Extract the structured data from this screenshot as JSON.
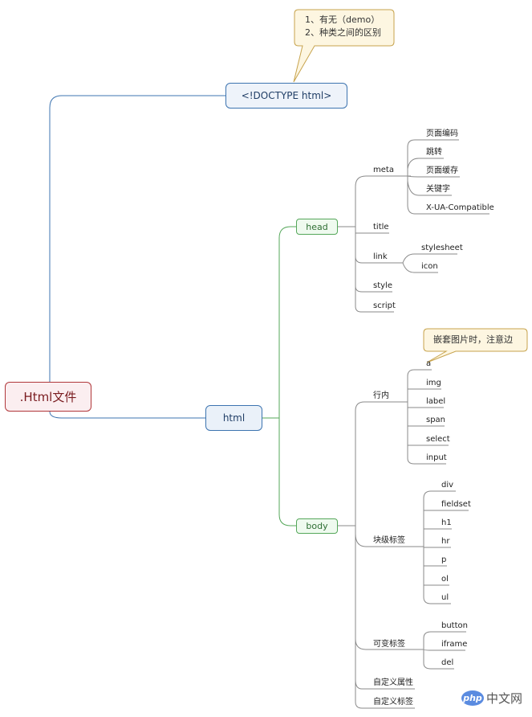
{
  "root": {
    "label": ".Html文件"
  },
  "doctype": {
    "label": "<!DOCTYPE html>",
    "note": [
      "1、有无（demo）",
      "2、种类之间的区别"
    ]
  },
  "html": {
    "label": "html"
  },
  "head": {
    "label": "head",
    "meta": {
      "label": "meta",
      "children": [
        "页面编码",
        "跳转",
        "页面缓存",
        "关键字",
        "X-UA-Compatible"
      ]
    },
    "title": "title",
    "link": {
      "label": "link",
      "children": [
        "stylesheet",
        "icon"
      ]
    },
    "style": "style",
    "script": "script"
  },
  "body": {
    "label": "body",
    "inline": {
      "label": "行内",
      "children": [
        "a",
        "img",
        "label",
        "span",
        "select",
        "input"
      ],
      "note": "嵌套图片时，注意边"
    },
    "block": {
      "label": "块级标签",
      "children": [
        "div",
        "fieldset",
        "h1",
        "hr",
        "p",
        "ol",
        "ul"
      ]
    },
    "variable": {
      "label": "可变标签",
      "children": [
        "button",
        "iframe",
        "del"
      ]
    },
    "custom_attr": "自定义属性",
    "custom_tag": "自定义标签"
  },
  "watermark": {
    "logo": "php",
    "text": "中文网"
  }
}
